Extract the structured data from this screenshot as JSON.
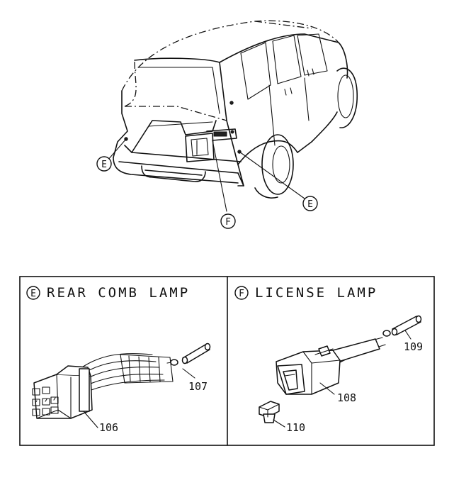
{
  "overview": {
    "callouts": [
      {
        "id": "E-left",
        "letter": "E"
      },
      {
        "id": "F-center",
        "letter": "F"
      },
      {
        "id": "E-right",
        "letter": "E"
      }
    ]
  },
  "panels": [
    {
      "letter": "E",
      "title": "REAR COMB LAMP",
      "parts": [
        {
          "number": "107"
        },
        {
          "number": "106"
        }
      ]
    },
    {
      "letter": "F",
      "title": "LICENSE LAMP",
      "parts": [
        {
          "number": "109"
        },
        {
          "number": "108"
        },
        {
          "number": "110"
        }
      ]
    }
  ]
}
